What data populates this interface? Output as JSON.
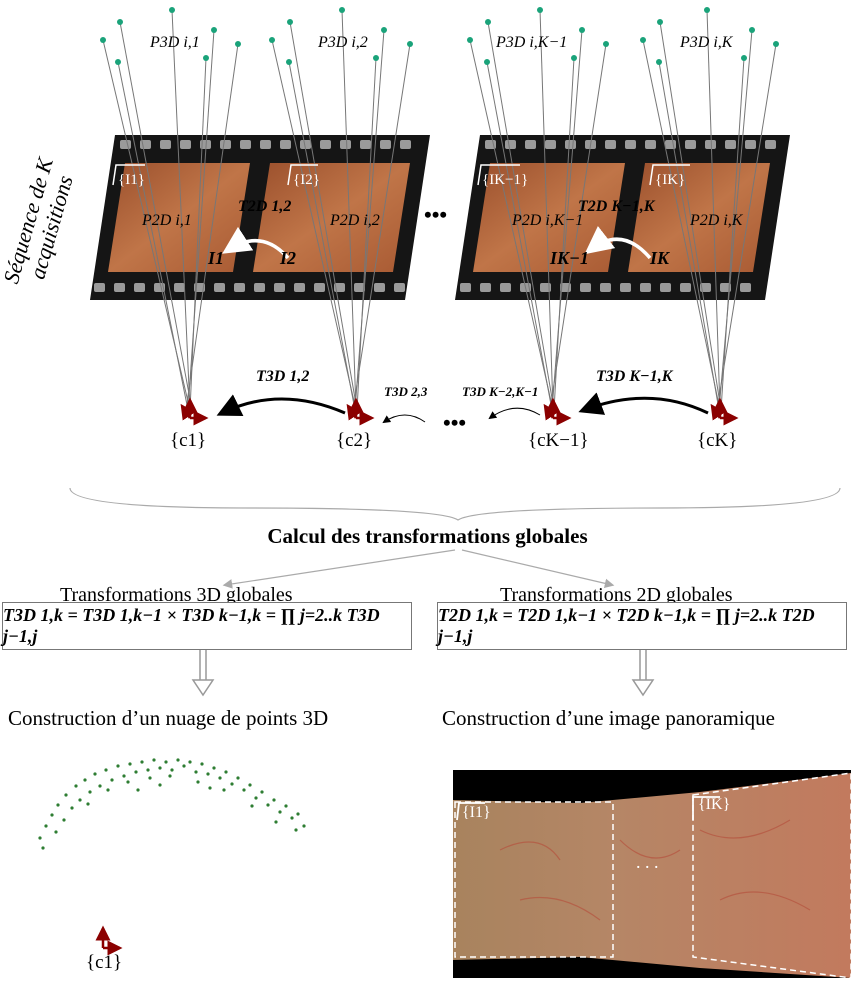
{
  "side_label": {
    "line1": "Séquence de K",
    "line2": "acquisitions"
  },
  "points3d": [
    "P3D i,1",
    "P3D i,2",
    "P3D i,K−1",
    "P3D i,K"
  ],
  "frames": [
    {
      "frame_label": "{I1}",
      "points2d": "P2D i,1",
      "image_label": "I1"
    },
    {
      "frame_label": "{I2}",
      "points2d": "P2D i,2",
      "image_label": "I2"
    },
    {
      "frame_label": "{IK−1}",
      "points2d": "P2D i,K−1",
      "image_label": "IK−1"
    },
    {
      "frame_label": "{IK}",
      "points2d": "P2D i,K",
      "image_label": "IK"
    }
  ],
  "transforms2d": [
    "T2D 1,2",
    "T2D K−1,K"
  ],
  "cameras": [
    "{c1}",
    "{c2}",
    "{cK−1}",
    "{cK}"
  ],
  "transforms3d": [
    "T3D 1,2",
    "T3D 2,3",
    "T3D K−2,K−1",
    "T3D K−1,K"
  ],
  "ellipsis": "•••",
  "heading": "Calcul des transformations globales",
  "left_title": "Transformations 3D globales",
  "right_title": "Transformations 2D globales",
  "formula3d": "T3D 1,k = T3D 1,k−1 × T3D k−1,k = ∏ j=2..k T3D j−1,j",
  "formula2d": "T2D 1,k = T2D 1,k−1 × T2D k−1,k = ∏ j=2..k T2D j−1,j",
  "left_result": "Construction d’un nuage de points 3D",
  "right_result": "Construction d’une image panoramique",
  "cloud_frame_label": "{c1}",
  "pano_labels": {
    "first": "{I1}",
    "last": "{IK}",
    "dots": ". . ."
  },
  "colors": {
    "film": "#151515",
    "skin": "#b5643a",
    "arrow3d": "#8b0000",
    "points": "#2e7d32",
    "green_pt": "#1aa37a"
  }
}
